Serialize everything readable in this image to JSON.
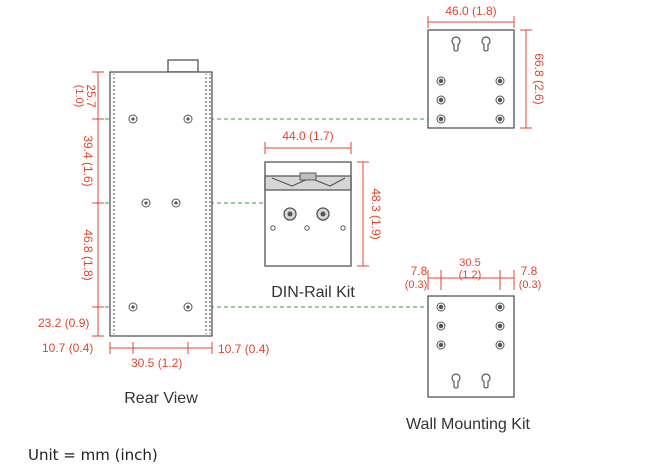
{
  "colors": {
    "dimension": "#e8402a",
    "guide": "#2e9e3a",
    "outline": "#555555",
    "text": "#333333"
  },
  "rear_view": {
    "caption": "Rear View",
    "dims": {
      "top": "25.7",
      "top_in": "(1.0)",
      "upper": "39.4 (1.6)",
      "middle": "46.8 (1.8)",
      "bottom": "23.2 (0.9)",
      "left_offset": "10.7 (0.4)",
      "hole_spacing": "30.5 (1.2)",
      "right_offset": "10.7 (0.4)"
    }
  },
  "din_rail": {
    "caption": "DIN-Rail Kit",
    "width": "44.0 (1.7)",
    "height": "48.3 (1.9)"
  },
  "wall_top": {
    "width": "46.0 (1.8)",
    "height": "66.8 (2.6)"
  },
  "wall_bottom": {
    "caption": "Wall Mounting Kit",
    "left_mm": "7.8",
    "left_in": "(0.3)",
    "mid_mm": "30.5",
    "mid_in": "(1.2)",
    "right_mm": "7.8",
    "right_in": "(0.3)"
  },
  "unit_note": "Unit = mm (inch)"
}
